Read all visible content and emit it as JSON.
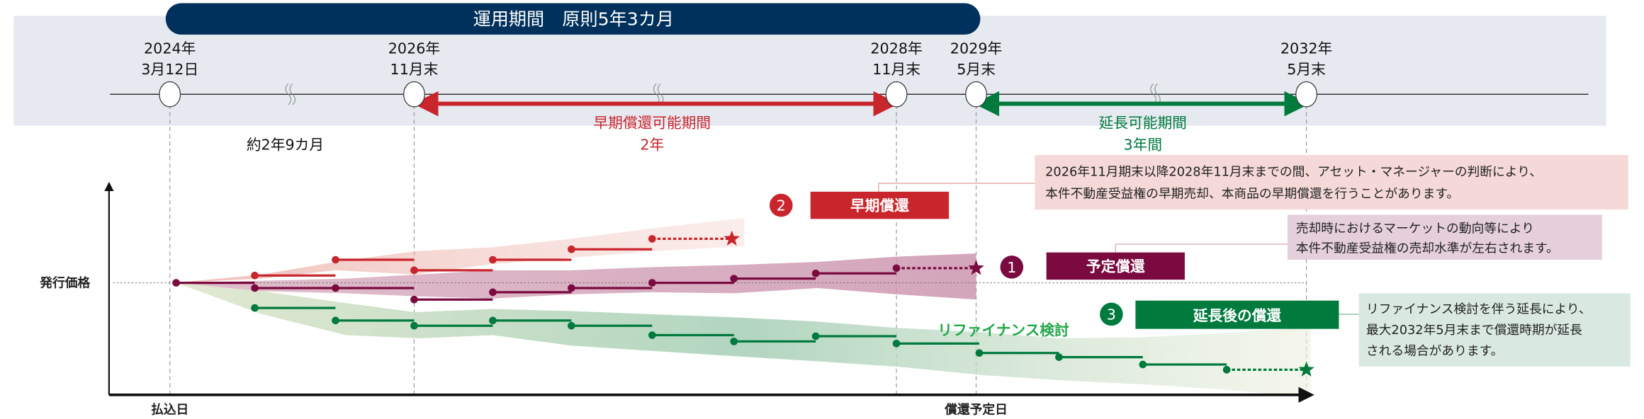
{
  "banner": "運用期間　原則5年3カ月",
  "milestones": [
    {
      "line1": "2024年",
      "line2": "3月12日"
    },
    {
      "line1": "2026年",
      "line2": "11月末"
    },
    {
      "line1": "2028年",
      "line2": "11月末"
    },
    {
      "line1": "2029年",
      "line2": "5月末"
    },
    {
      "line1": "2032年",
      "line2": "5月末"
    }
  ],
  "periods": {
    "initial": "約2年9カ月",
    "early_title": "早期償還可能期間",
    "early_length": "2年",
    "extension_title": "延長可能期間",
    "extension_length": "3年間"
  },
  "axes": {
    "y_label": "発行価格",
    "x_start": "払込日",
    "x_redemption": "償還予定日"
  },
  "scenarios": {
    "early": {
      "number": "2",
      "label": "早期償還",
      "note_line1": "2026年11月期末以降2028年11月末までの間、アセット・マネージャーの判断により、",
      "note_line2": "本件不動産受益権の早期売却、本商品の早期償還を行うことがあります。"
    },
    "scheduled": {
      "number": "1",
      "label": "予定償還",
      "note_line1": "売却時におけるマーケットの動向等により",
      "note_line2": "本件不動産受益権の売却水準が左右されます。"
    },
    "extended": {
      "number": "3",
      "label": "延長後の償還",
      "refinance": "リファイナンス検討",
      "note_line1": "リファイナンス検討を伴う延長により、",
      "note_line2": "最大2032年5月末まで償還時期が延長",
      "note_line3": "される場合があります。"
    }
  },
  "colors": {
    "navy": "#00305c",
    "red": "#c9252c",
    "purple": "#7a0a3f",
    "green": "#007a3d",
    "refinance_green": "#22a84a"
  }
}
